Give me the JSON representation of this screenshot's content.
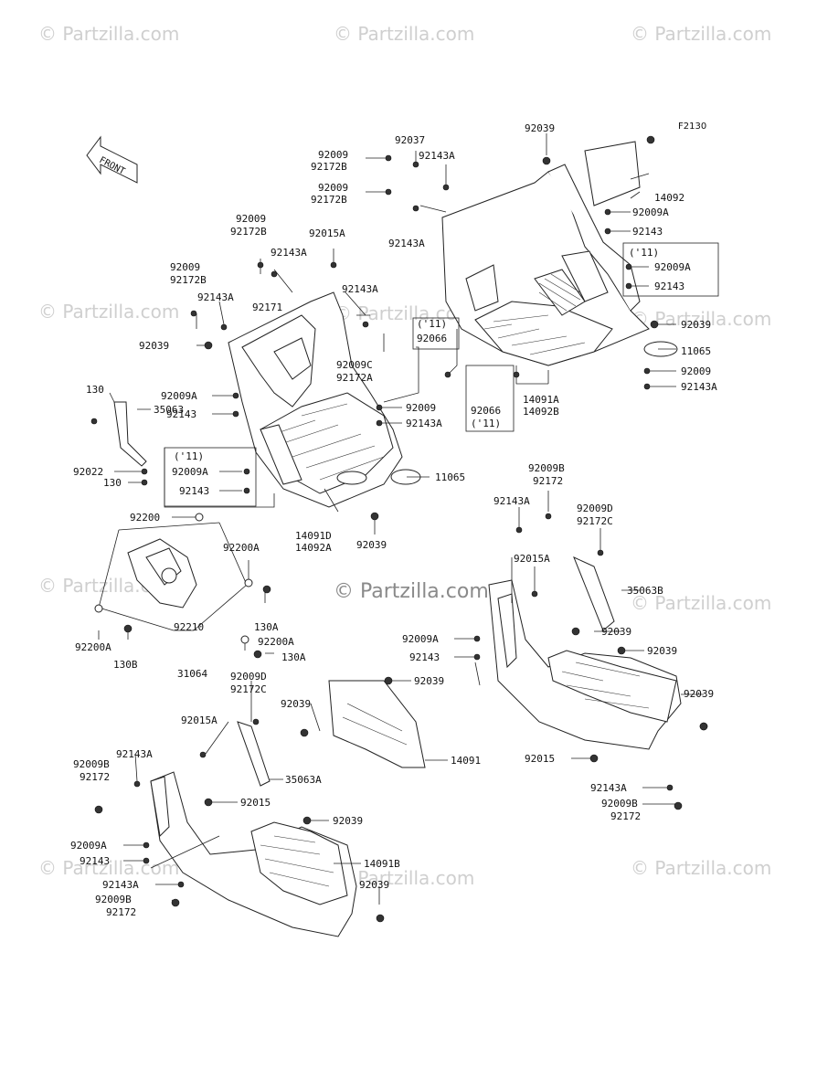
{
  "watermarks": {
    "text": "© Partzilla.com",
    "center_text": "© Partzilla.com"
  },
  "diagram": {
    "code": "F2130",
    "front_label": "FRONT"
  },
  "labels": [
    "92039",
    "92009",
    "92172B",
    "92037",
    "92143A",
    "92009",
    "92172B",
    "92143A",
    "14092",
    "92009A",
    "92143",
    "('11)",
    "92009A",
    "92143",
    "92039",
    "11065",
    "92009",
    "92143A",
    "14091A",
    "14092B",
    "92066",
    "('11)",
    "('11)",
    "92066",
    "92009C",
    "92172A",
    "92009",
    "92143A",
    "92009",
    "92172B",
    "92015A",
    "92143A",
    "92171",
    "92009",
    "92172B",
    "92143A",
    "92143A",
    "92039",
    "92009A",
    "92143",
    "130",
    "35063",
    "92022",
    "130",
    "('11)",
    "92009A",
    "92143",
    "11065",
    "14091D",
    "14092A",
    "92039",
    "92200",
    "92200A",
    "130A",
    "92210",
    "92200A",
    "130A",
    "92200A",
    "130B",
    "31064",
    "92009B",
    "92172",
    "92143A",
    "92009D",
    "92172C",
    "92015A",
    "35063B",
    "92009A",
    "92143",
    "92039",
    "92039",
    "92039",
    "92015",
    "92143A",
    "92009B",
    "92172",
    "92009D",
    "92172C",
    "92015A",
    "92039",
    "92039",
    "14091",
    "92143A",
    "92009B",
    "92172",
    "35063A",
    "92015",
    "92039",
    "92009A",
    "92143",
    "14091B",
    "92143A",
    "92009B",
    "92172",
    "92039"
  ]
}
